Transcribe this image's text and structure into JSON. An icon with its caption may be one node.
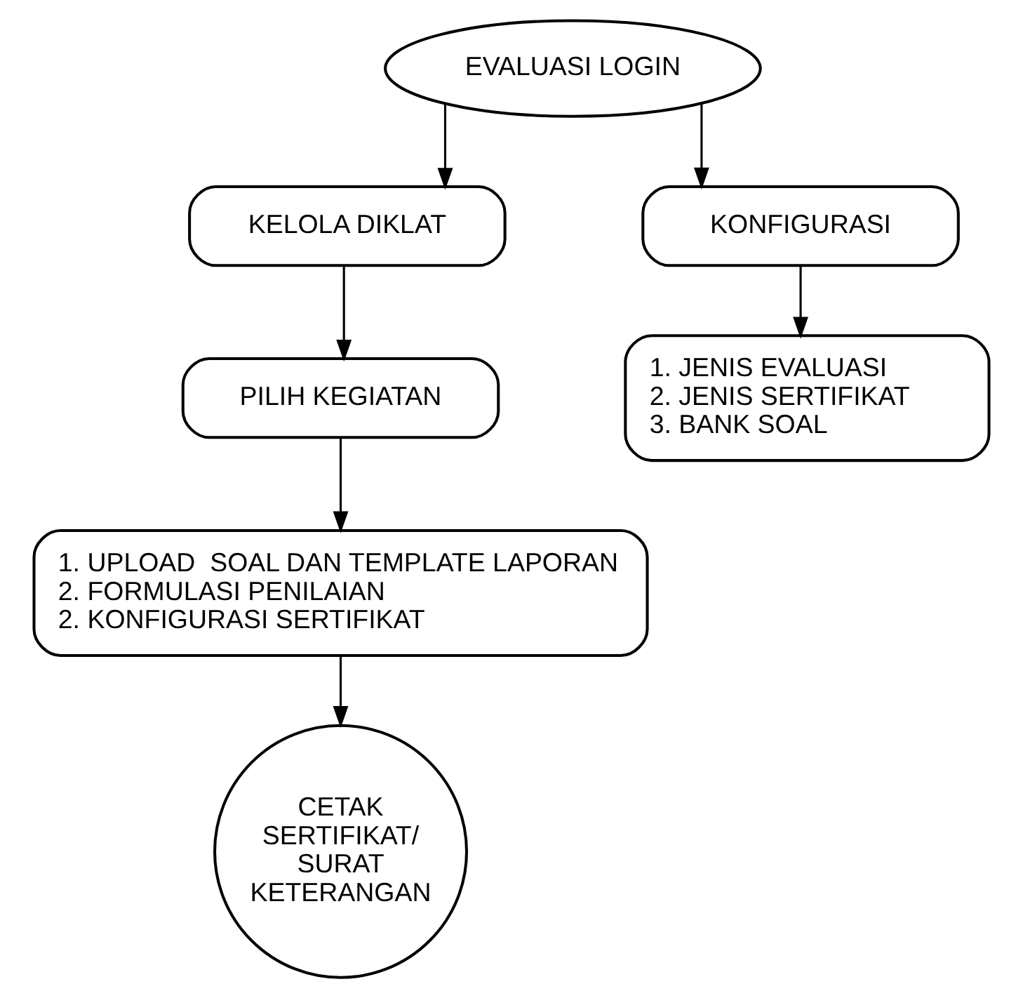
{
  "diagram": {
    "nodes": [
      {
        "text": [
          "EVALUASI LOGIN"
        ]
      },
      {
        "text": [
          "KELOLA DIKLAT"
        ]
      },
      {
        "text": [
          "KONFIGURASI"
        ]
      },
      {
        "text": [
          "PILIH KEGIATAN"
        ]
      },
      {
        "text": [
          "1. UPLOAD  SOAL DAN TEMPLATE LAPORAN",
          "2. FORMULASI PENILAIAN",
          "2. KONFIGURASI SERTIFIKAT"
        ]
      },
      {
        "text": [
          "1. JENIS EVALUASI",
          "2. JENIS SERTIFIKAT",
          "3. BANK SOAL"
        ]
      },
      {
        "text": [
          "CETAK SERTIFIKAT/ SURAT KETERANGAN"
        ]
      }
    ],
    "edges": [
      {
        "from": 0,
        "to": 1,
        "arrow": "to"
      },
      {
        "from": 0,
        "to": 2,
        "arrow": "to"
      },
      {
        "from": 1,
        "to": 3,
        "arrow": "to"
      },
      {
        "from": 3,
        "to": 4,
        "arrow": "to"
      },
      {
        "from": 4,
        "to": 6,
        "arrow": "to"
      },
      {
        "from": 2,
        "to": 5,
        "arrow": "to"
      }
    ]
  }
}
